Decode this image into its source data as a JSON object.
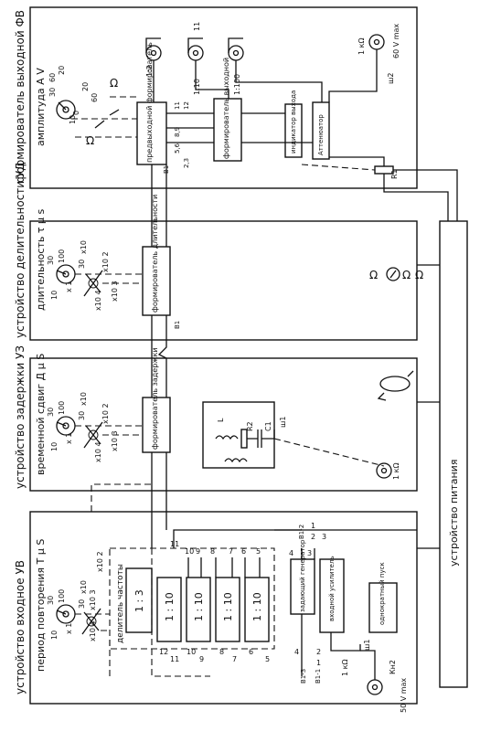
{
  "panels": {
    "output_former": "формирователь выходной ФВ",
    "duration_device": "устройство делительности УД",
    "delay_device": "устройство задержки УЗ",
    "input_device": "устройство входное УВ",
    "power_supply": "устройство питания"
  },
  "knobs": {
    "amplitude": "амплитуда А V",
    "duration": "длительность τ μ s",
    "time_shift": "временной сдвиг Д μ S",
    "repetition_period": "период повторения T μ S"
  },
  "blocks": {
    "pre_former": "предвыходной формирователь",
    "output_former": "формирователь выходной",
    "output_indicator": "индикатор выхода",
    "attenuator": "Аттенюатор",
    "duration_former": "формирователь длительности",
    "delay_former": "формирователь задержки",
    "freq_divider": "делитель частоты",
    "master_generator": "задающий генератор",
    "input_amplifier": "входной усилитель",
    "single_start": "однократный пуск"
  },
  "dividers": [
    "1 : 3",
    "1 : 10",
    "1 : 10",
    "1 : 10",
    "1 : 10"
  ],
  "scale_values": {
    "amp": [
      "10",
      "30",
      "60",
      "20",
      "20",
      "60",
      "0"
    ],
    "dur": [
      "10",
      "30",
      "100",
      "30",
      "x 1",
      "x10",
      "x10 2",
      "x10 3",
      "x10 4"
    ],
    "shift": [
      "10",
      "30",
      "100",
      "30",
      "x 1",
      "x10",
      "x10 2",
      "x10 3",
      "x10 4"
    ],
    "period": [
      "10",
      "30",
      "100",
      "30",
      "x 1",
      "x10",
      "x10 2",
      "x10 3",
      "x10 4"
    ]
  },
  "labels": {
    "b1": "В1",
    "b1_1": "В1-1",
    "b1_2": "В1-2",
    "b1_3": "В1-3",
    "r1": "R1",
    "r2": "R2",
    "c1": "C1",
    "l": "L",
    "sh1": "ш1",
    "sh1_b": "ш1",
    "sh2": "ш2",
    "kn2": "Кн2",
    "sh_in": "ш1",
    "omega": "Ω",
    "one_k": "1 кΩ",
    "sixty_v": "60 V max",
    "fifty_v": "50 V max",
    "nums_out": [
      "1:2",
      "1:10",
      "1:100"
    ],
    "nums_mid": [
      "2,3",
      "5,6",
      "8,9",
      "11",
      "12"
    ],
    "nums_div_top": [
      "11",
      "10",
      "9",
      "8",
      "7",
      "6",
      "5"
    ],
    "nums_div_bot": [
      "12",
      "11",
      "10",
      "9",
      "8",
      "7",
      "6",
      "5"
    ],
    "nums_gen": [
      "4",
      "3",
      "2",
      "1"
    ],
    "nums_right": [
      "1",
      "2",
      "3"
    ]
  }
}
